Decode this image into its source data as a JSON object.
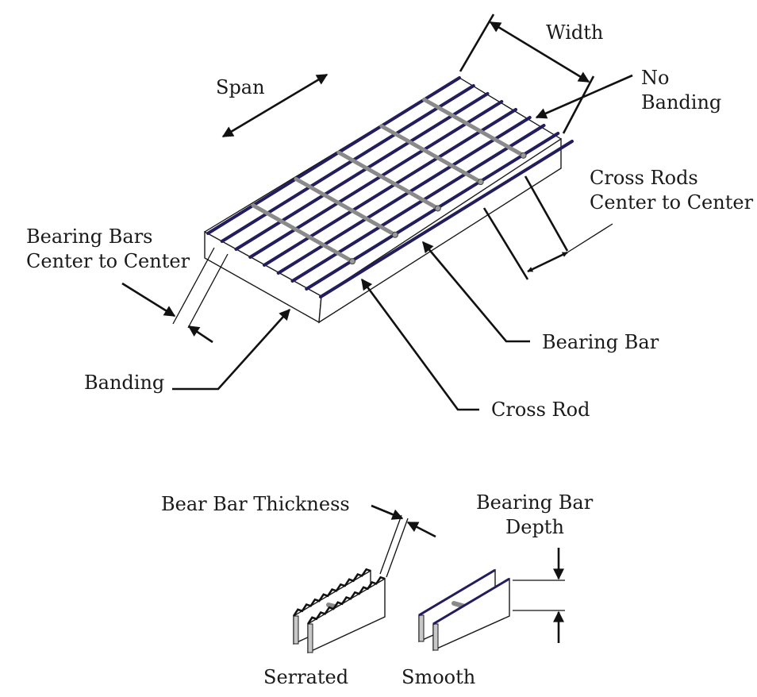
{
  "labels": {
    "width": "Width",
    "span": "Span",
    "no_banding_line1": "No",
    "no_banding_line2": "Banding",
    "cross_rods_line1": "Cross Rods",
    "cross_rods_line2": "Center to Center",
    "bearing_bars_line1": "Bearing Bars",
    "bearing_bars_line2": "Center to Center",
    "bearing_bar": "Bearing Bar",
    "banding": "Banding",
    "cross_rod": "Cross Rod",
    "bear_bar_thickness": "Bear Bar Thickness",
    "bearing_bar_depth_line1": "Bearing Bar",
    "bearing_bar_depth_line2": "Depth",
    "serrated": "Serrated",
    "smooth": "Smooth"
  },
  "colors": {
    "bearing_bar": "#221d5c",
    "cross_rod": "#8a8a8a",
    "outline": "#1a1a1a"
  },
  "grating": {
    "bearing_bar_count": 9,
    "cross_rod_count": 5
  }
}
